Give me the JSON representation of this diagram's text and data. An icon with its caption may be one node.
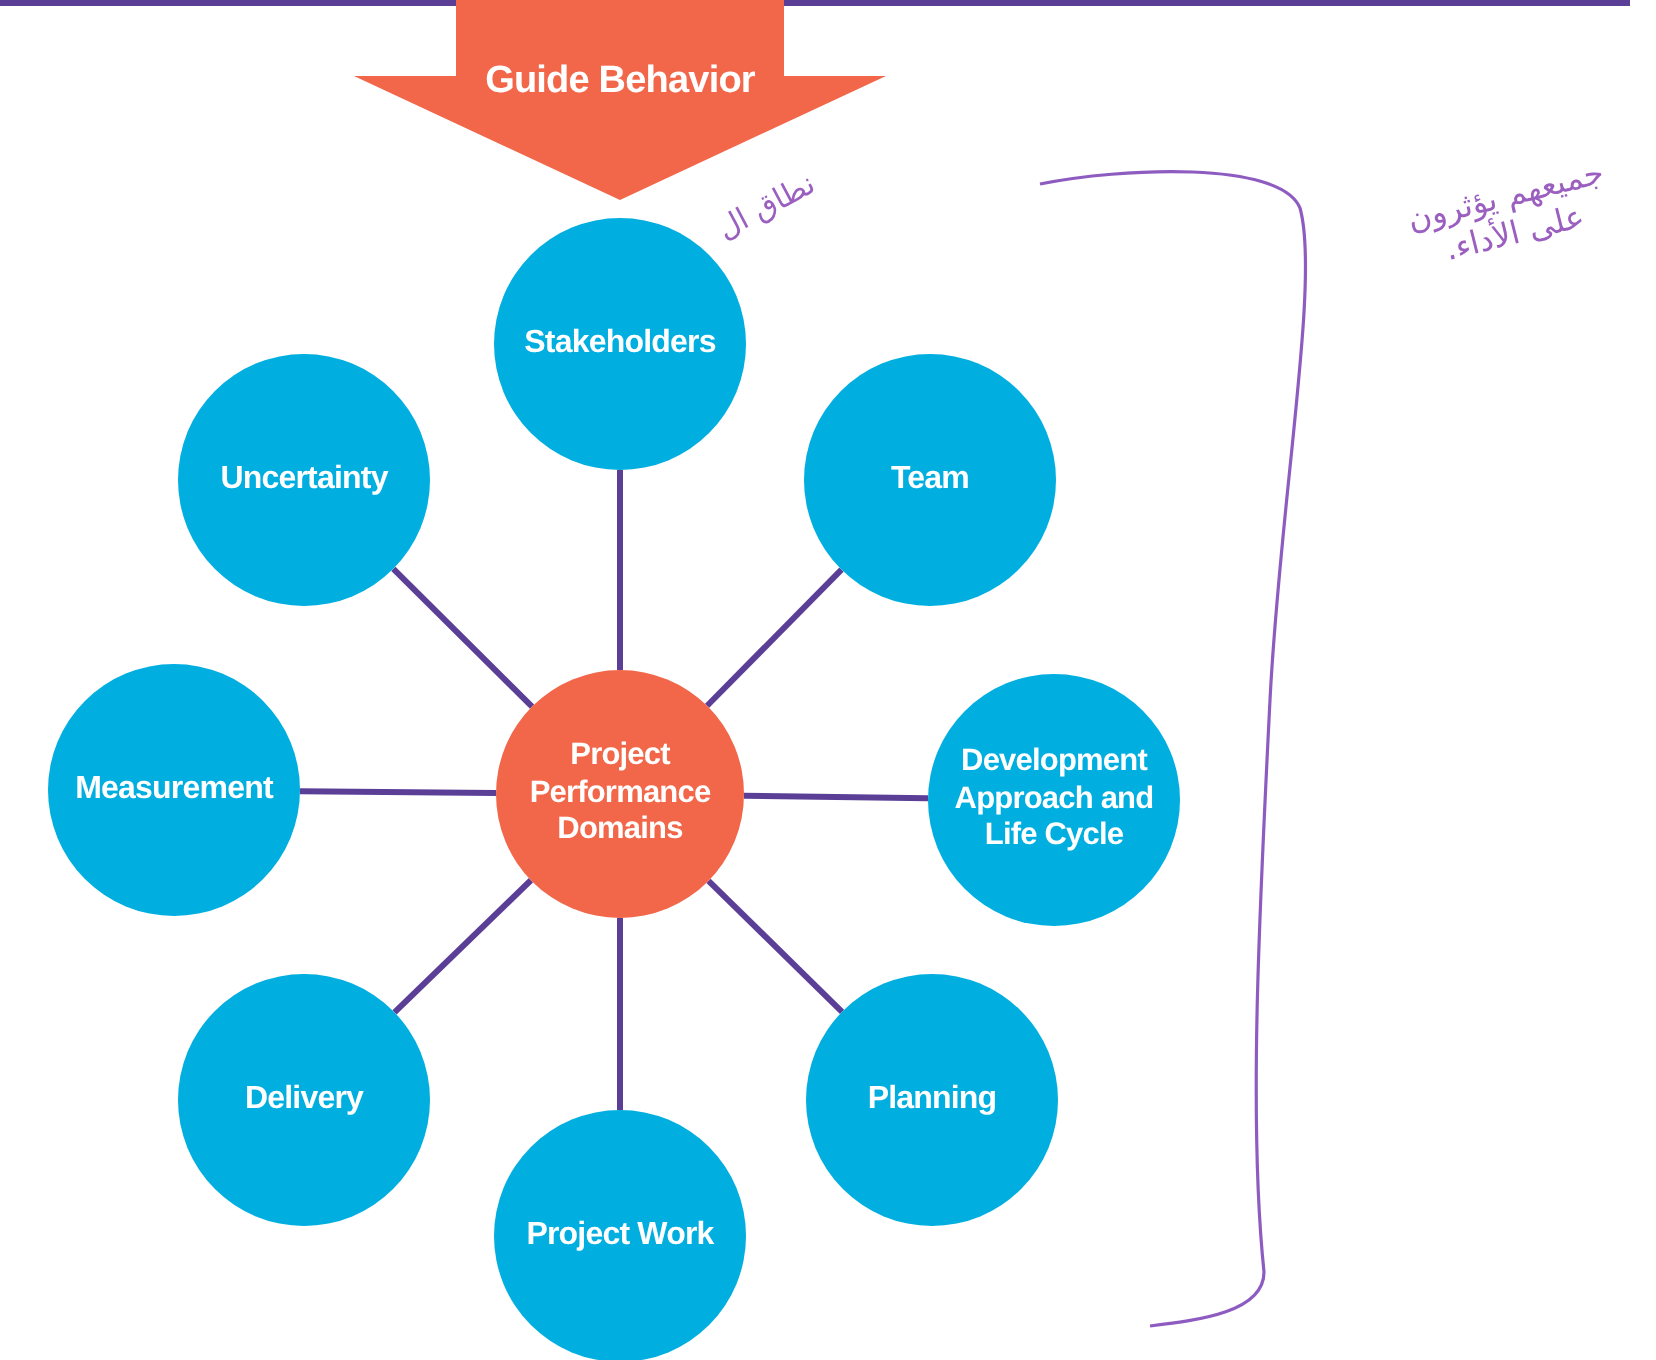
{
  "diagram": {
    "nodes": [
      {
        "text": [
          "Guide Behavior"
        ]
      },
      {
        "text": [
          "Project Performance Domains"
        ]
      },
      {
        "text": [
          "Stakeholders"
        ]
      },
      {
        "text": [
          "Team"
        ]
      },
      {
        "text": [
          "Development Approach and Life Cycle"
        ]
      },
      {
        "text": [
          "Planning"
        ]
      },
      {
        "text": [
          "Project Work"
        ]
      },
      {
        "text": [
          "Delivery"
        ]
      },
      {
        "text": [
          "Measurement"
        ]
      },
      {
        "text": [
          "Uncertainty"
        ]
      }
    ],
    "edges": [
      {
        "from": 1,
        "to": 2,
        "arrow": "none"
      },
      {
        "from": 1,
        "to": 3,
        "arrow": "none"
      },
      {
        "from": 1,
        "to": 4,
        "arrow": "none"
      },
      {
        "from": 1,
        "to": 5,
        "arrow": "none"
      },
      {
        "from": 1,
        "to": 6,
        "arrow": "none"
      },
      {
        "from": 1,
        "to": 7,
        "arrow": "none"
      },
      {
        "from": 1,
        "to": 8,
        "arrow": "none"
      },
      {
        "from": 1,
        "to": 9,
        "arrow": "none"
      }
    ],
    "labels": [
      "نطاق ال",
      "جميعهم يؤثرون على الأداء."
    ]
  }
}
